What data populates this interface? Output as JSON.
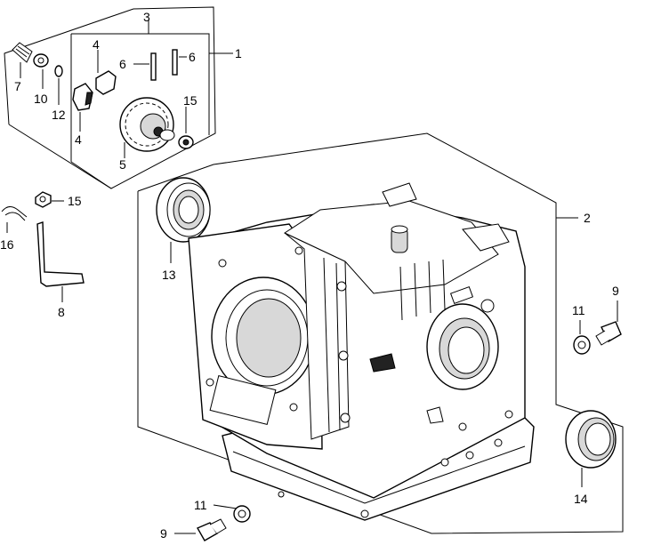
{
  "callouts": {
    "c1": "1",
    "c2": "2",
    "c3": "3",
    "c4a": "4",
    "c4b": "4",
    "c5": "5",
    "c6a": "6",
    "c6b": "6",
    "c7": "7",
    "c8": "8",
    "c9a": "9",
    "c9b": "9",
    "c10": "10",
    "c11a": "11",
    "c11b": "11",
    "c12": "12",
    "c13": "13",
    "c14": "14",
    "c15a": "15",
    "c15b": "15",
    "c16": "16"
  },
  "colors": {
    "ink": "#000000",
    "paper": "#ffffff",
    "shade": "#d8d8d8"
  }
}
